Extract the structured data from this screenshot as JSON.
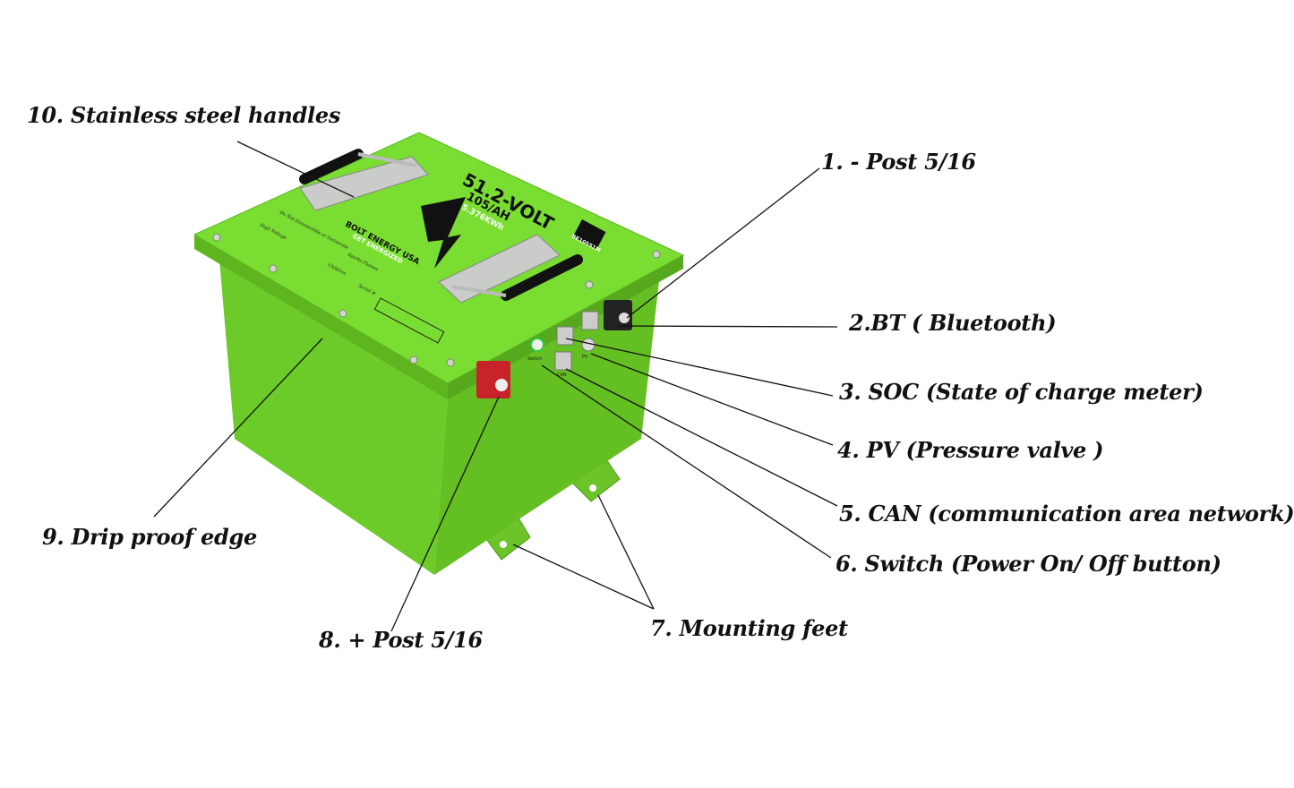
{
  "callouts": {
    "c1": "1. - Post  5/16",
    "c2": "2.BT ( Bluetooth)",
    "c3": "3. SOC (State of charge meter)",
    "c4": "4. PV (Pressure valve )",
    "c5": "5. CAN (communication area network)",
    "c6": "6. Switch (Power On/ Off  button)",
    "c7": "7. Mounting feet",
    "c8": "8. + Post 5/16",
    "c9": "9. Drip proof edge",
    "c10": "10. Stainless steel handles"
  },
  "battery_label": {
    "voltage": "51.2-VOLT",
    "capacity": "105/AH",
    "energy": "5.376KWh",
    "brand": "BOLT ENERGY USA",
    "slogan": "GET ENERGIZED",
    "model": "BE10551M",
    "warn1": "Do Not Disassemble or Incinerate",
    "warn2": "High Voltage",
    "warn3": "Sparks Flames",
    "warn4": "Children",
    "serial": "Serial #",
    "port_switch": "Switch",
    "port_can": "CAN",
    "port_pv": "PV"
  },
  "colors": {
    "body": "#6fcf2a",
    "lid": "#78dc30",
    "dark": "#4fa21a",
    "red": "#c8232a"
  }
}
